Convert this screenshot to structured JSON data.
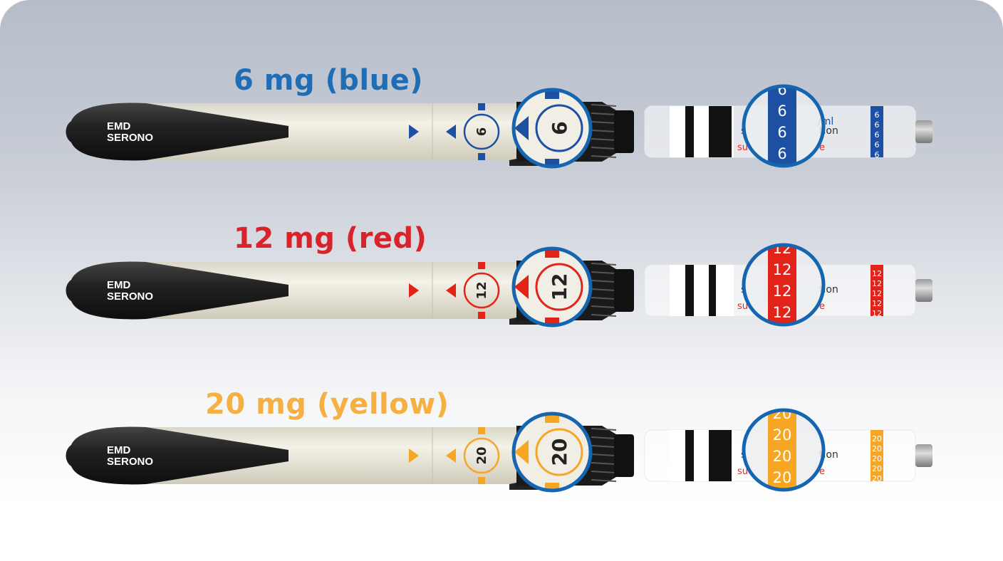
{
  "brand": "EMD SERONO",
  "brand_lines": [
    "EMD",
    "SERONO"
  ],
  "rows": [
    {
      "label": "6 mg (blue)",
      "dose": "6",
      "color": "#1d4fa3",
      "label_color": "#1f6db5",
      "cartridge_text": [
        "/ml",
        "tion",
        "s",
        "su",
        "e"
      ]
    },
    {
      "label": "12 mg (red)",
      "dose": "12",
      "color": "#e2231a",
      "label_color": "#d8232a",
      "cartridge_text": [
        "",
        "tion",
        "s",
        "su",
        "e"
      ]
    },
    {
      "label": "20 mg (yellow)",
      "dose": "20",
      "color": "#f6a623",
      "label_color": "#f5b041",
      "cartridge_text": [
        "",
        "tion",
        "s",
        "su",
        "e"
      ]
    }
  ],
  "colors": {
    "magnifier_ring": "#1565b0",
    "pen_body": "#ebe8dc",
    "cap": "#1e1e1e"
  }
}
